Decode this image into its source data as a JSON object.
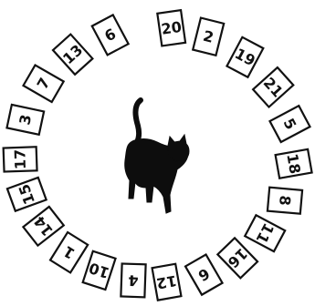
{
  "illustration": {
    "center_figure": "cat-silhouette",
    "ink_color": "#111111",
    "background_color": "#ffffff"
  },
  "cards": [
    {
      "label": "20",
      "angle_deg": -84,
      "tilt_deg": -8
    },
    {
      "label": "2",
      "angle_deg": -68,
      "tilt_deg": 14
    },
    {
      "label": "19",
      "angle_deg": -50,
      "tilt_deg": 28
    },
    {
      "label": "21",
      "angle_deg": -32,
      "tilt_deg": 48
    },
    {
      "label": "5",
      "angle_deg": -14,
      "tilt_deg": 62
    },
    {
      "label": "18",
      "angle_deg": 4,
      "tilt_deg": 80
    },
    {
      "label": "8",
      "angle_deg": 21,
      "tilt_deg": 95
    },
    {
      "label": "11",
      "angle_deg": 38,
      "tilt_deg": 118
    },
    {
      "label": "16",
      "angle_deg": 54,
      "tilt_deg": 136
    },
    {
      "label": "6",
      "angle_deg": 70,
      "tilt_deg": 150
    },
    {
      "label": "12",
      "angle_deg": 86,
      "tilt_deg": 170
    },
    {
      "label": "4",
      "angle_deg": 100,
      "tilt_deg": 182
    },
    {
      "label": "10",
      "angle_deg": 115,
      "tilt_deg": 198
    },
    {
      "label": "1",
      "angle_deg": 130,
      "tilt_deg": 212
    },
    {
      "label": "14",
      "angle_deg": 146,
      "tilt_deg": 232
    },
    {
      "label": "15",
      "angle_deg": 162,
      "tilt_deg": 250
    },
    {
      "label": "17",
      "angle_deg": 178,
      "tilt_deg": 268
    },
    {
      "label": "3",
      "angle_deg": 196,
      "tilt_deg": 282
    },
    {
      "label": "7",
      "angle_deg": 214,
      "tilt_deg": 300
    },
    {
      "label": "13",
      "angle_deg": 232,
      "tilt_deg": 318
    },
    {
      "label": "6",
      "angle_deg": 250,
      "tilt_deg": 332
    }
  ]
}
